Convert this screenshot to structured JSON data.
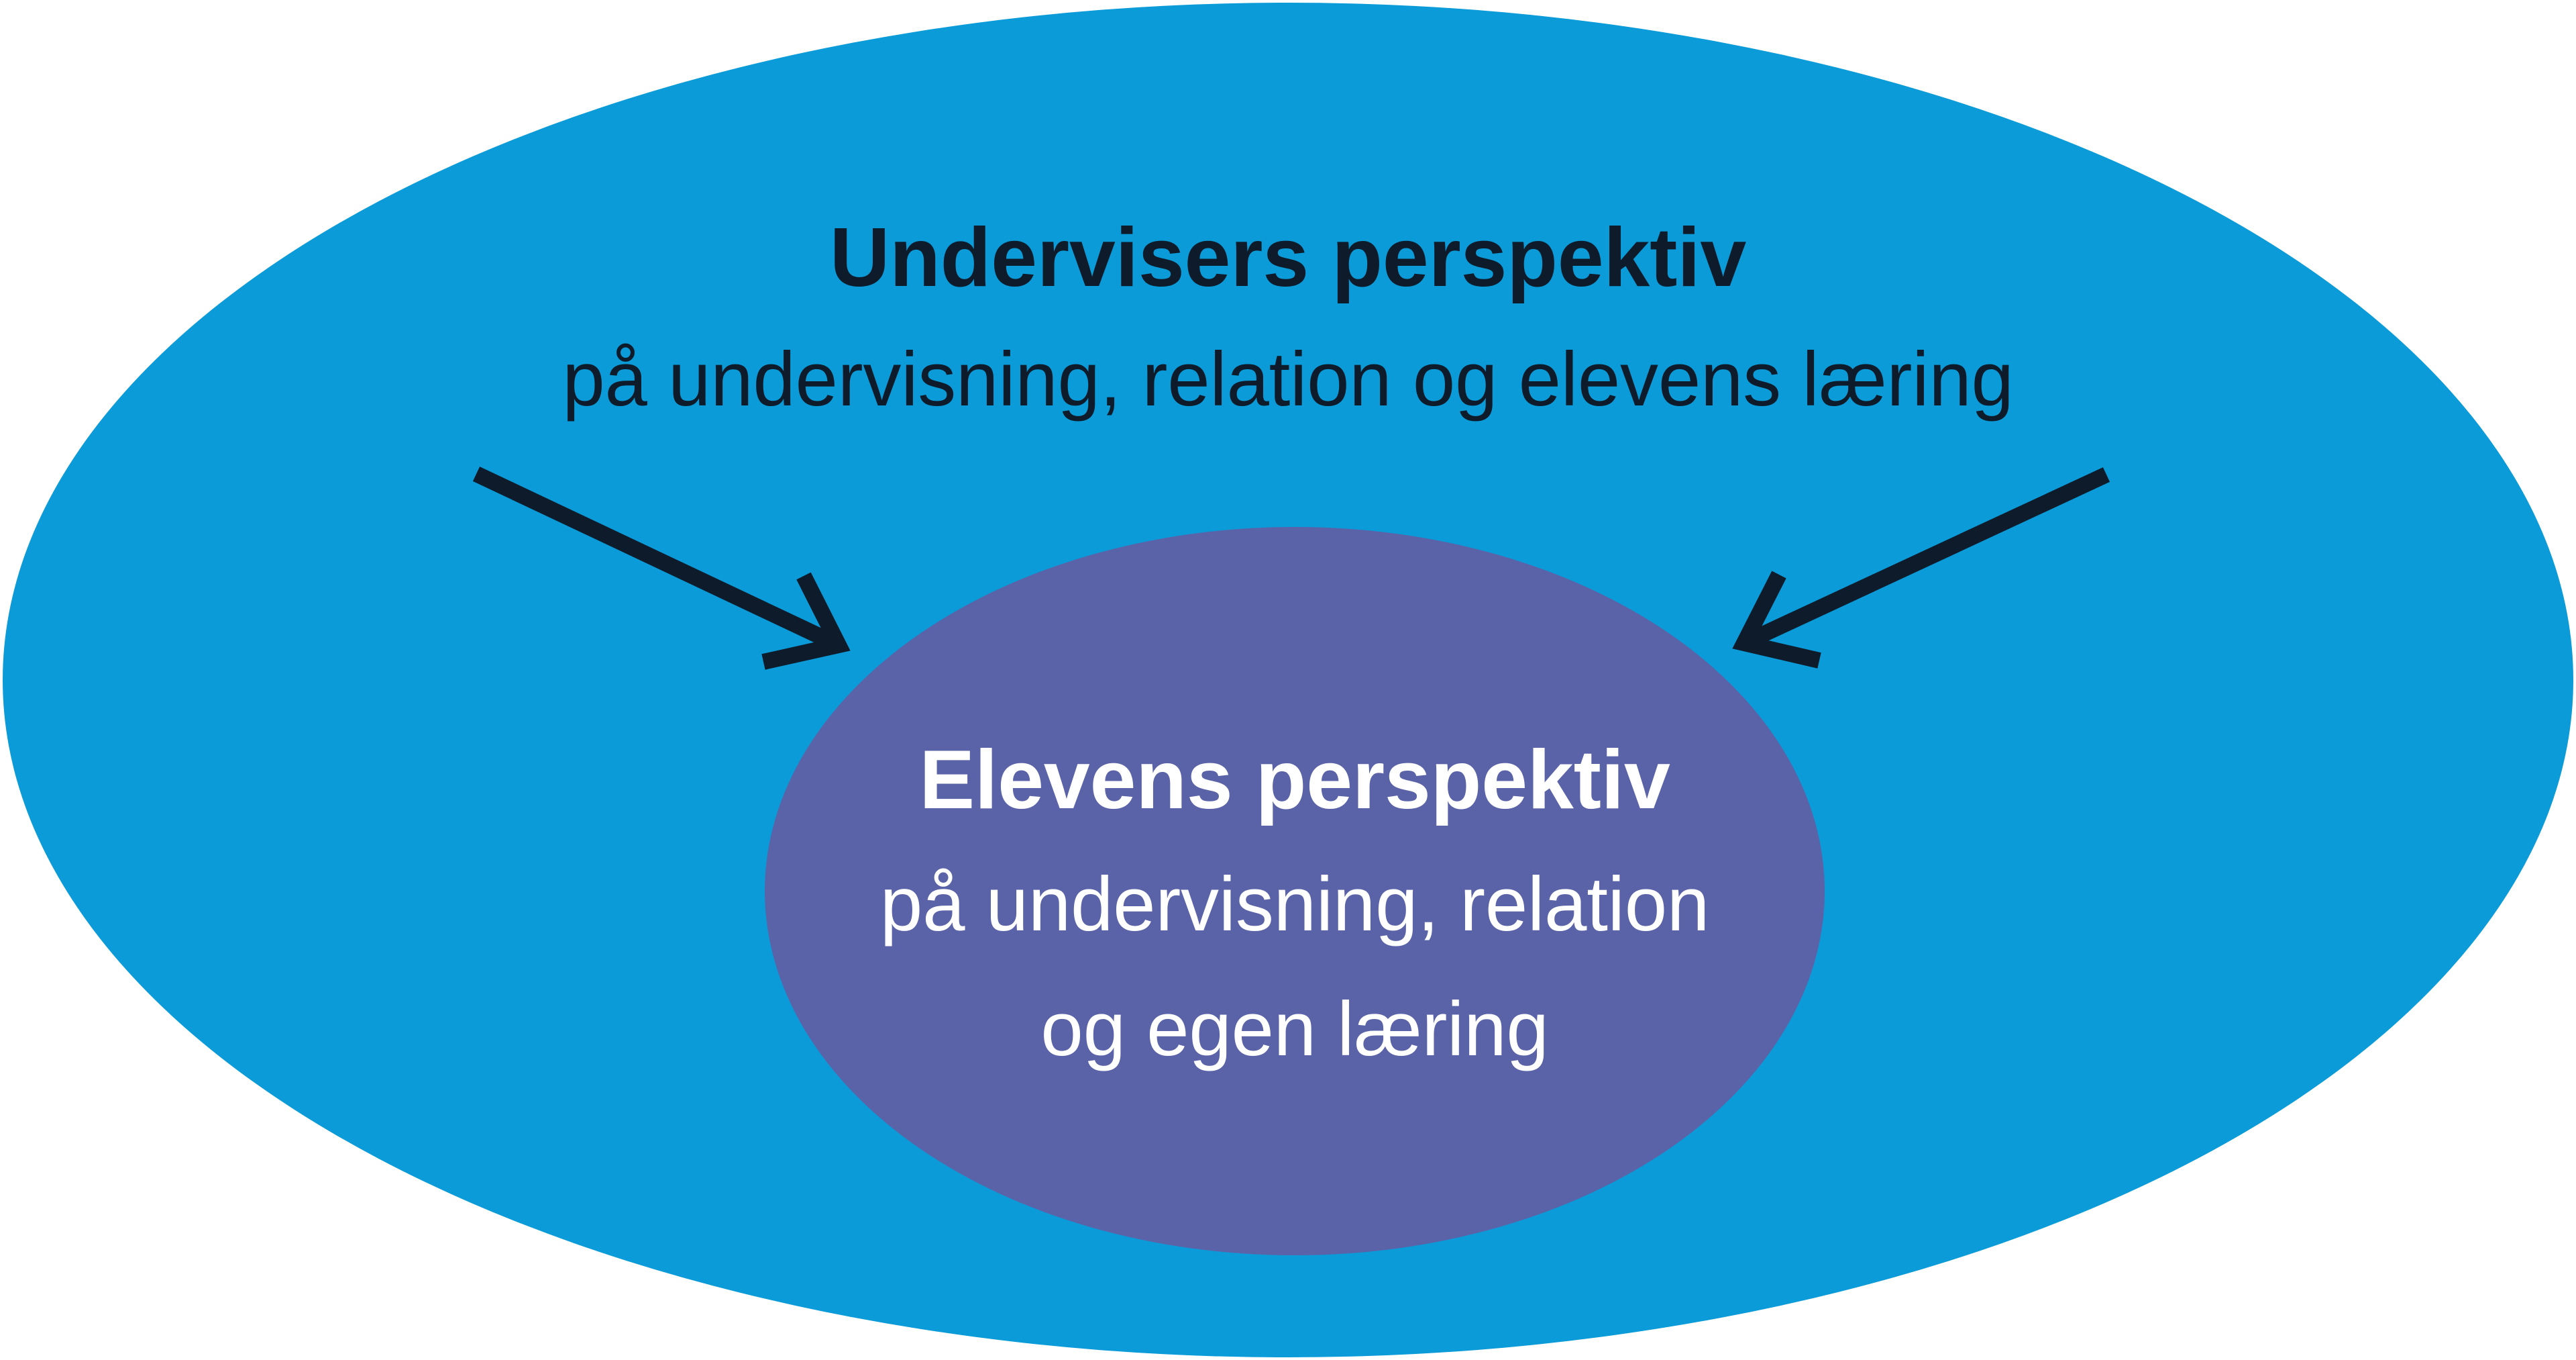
{
  "diagram": {
    "outer_ellipse": {
      "title": "Undervisers perspektiv",
      "subtitle": "på undervisning, relation og elevens læring"
    },
    "inner_ellipse": {
      "title": "Elevens perspektiv",
      "subtitle_line1": "på undervisning, relation",
      "subtitle_line2": "og egen læring"
    },
    "arrows": {
      "count": 2,
      "description": "two arrows pointing from the outer (teacher) perspective text inward to the inner (pupil) ellipse"
    }
  },
  "colors": {
    "blue": "#0a9bd8",
    "purple": "#5b63a8",
    "dark": "#0e1b2a",
    "white": "#ffffff",
    "background": "#ffffff"
  }
}
